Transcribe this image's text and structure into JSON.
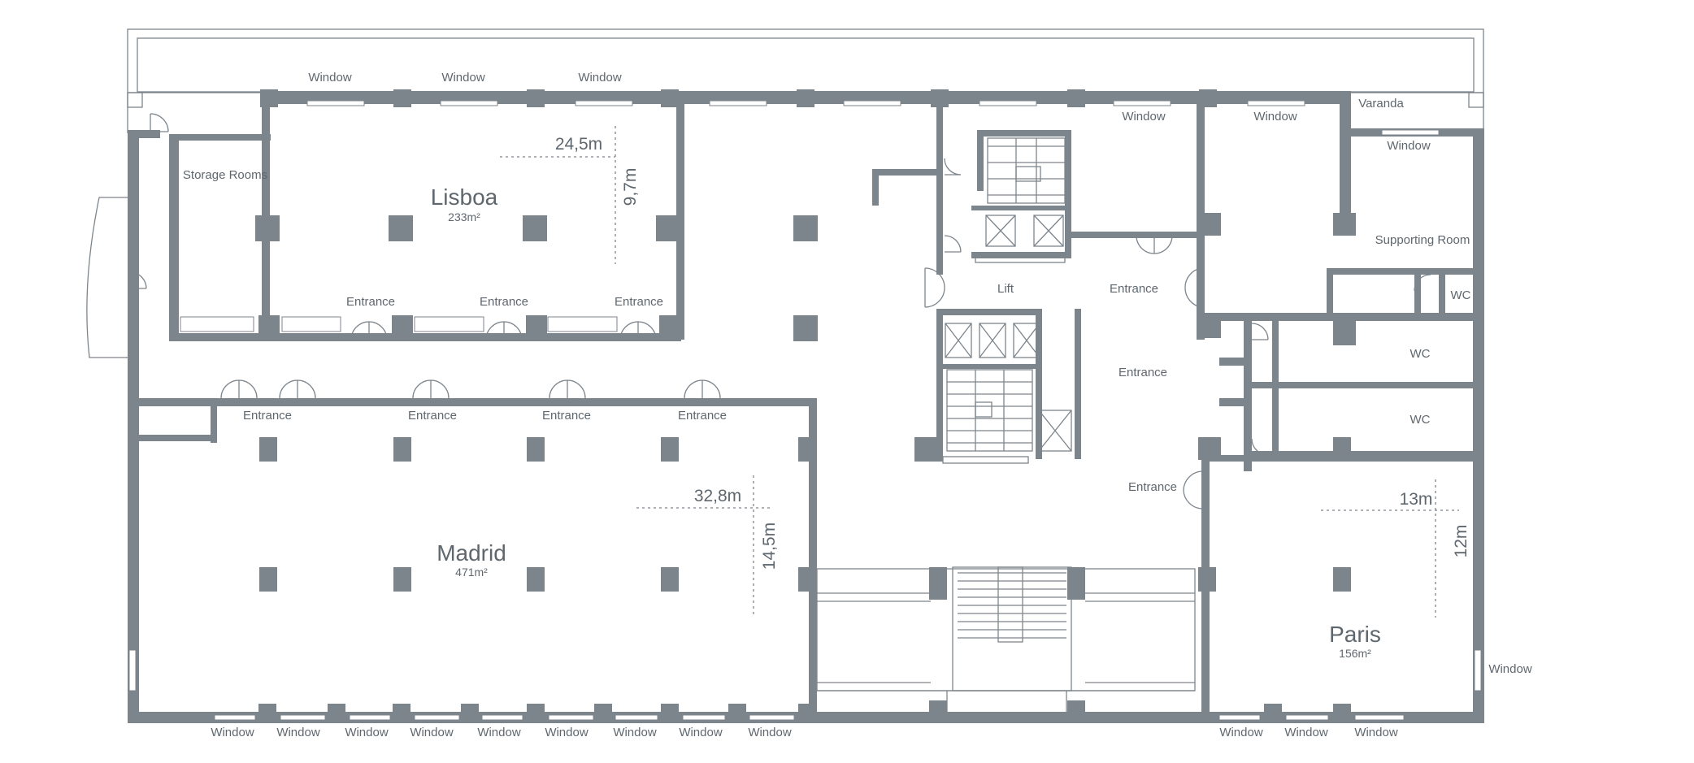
{
  "labels": {
    "window": "Window",
    "entrance": "Entrance",
    "storage_rooms": "Storage Rooms",
    "lift": "Lift",
    "varanda": "Varanda",
    "supporting_room": "Supporting Room",
    "wc": "WC"
  },
  "rooms": {
    "lisboa": {
      "name": "Lisboa",
      "area": "233m²",
      "width": "24,5m",
      "depth": "9,7m"
    },
    "madrid": {
      "name": "Madrid",
      "area": "471m²",
      "width": "32,8m",
      "depth": "14,5m"
    },
    "paris": {
      "name": "Paris",
      "area": "156m²",
      "width": "13m",
      "depth": "12m"
    }
  },
  "colors": {
    "wall": "#7d858c",
    "text": "#5f676e",
    "background": "#ffffff"
  }
}
